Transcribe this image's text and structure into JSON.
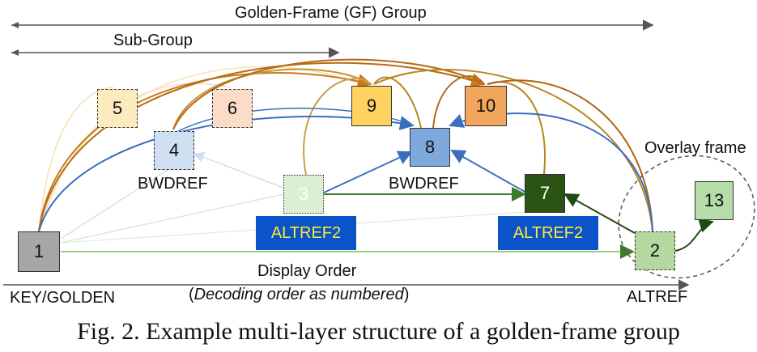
{
  "figure": {
    "gf_group_label": "Golden-Frame (GF) Group",
    "sub_group_label": "Sub-Group",
    "overlay_label": "Overlay frame",
    "display_order_label": "Display Order",
    "decoding_note_open": "(",
    "decoding_note_italic": "Decoding order as numbered",
    "decoding_note_close": ")",
    "key_golden_label": "KEY/GOLDEN",
    "altref_label": "ALTREF",
    "bwdref_left_label": "BWDREF",
    "bwdref_mid_label": "BWDREF",
    "altref2_left_label": "ALTREF2",
    "altref2_right_label": "ALTREF2",
    "caption": "Fig. 2.   Example multi-layer structure of a golden-frame group"
  },
  "frames": [
    {
      "id": "1",
      "color": "#a6a6a6",
      "style": "solid"
    },
    {
      "id": "2",
      "color": "#b5d8a0",
      "style": "dashed"
    },
    {
      "id": "3",
      "color": "#dcefd5",
      "style": "dotted"
    },
    {
      "id": "4",
      "color": "#cfe0f3",
      "style": "dashed"
    },
    {
      "id": "5",
      "color": "#fdebc0",
      "style": "dashed"
    },
    {
      "id": "6",
      "color": "#fbdcc7",
      "style": "dashed"
    },
    {
      "id": "7",
      "color": "#2b5313",
      "style": "solid"
    },
    {
      "id": "8",
      "color": "#7fa8dc",
      "style": "solid"
    },
    {
      "id": "9",
      "color": "#ffd260",
      "style": "solid"
    },
    {
      "id": "10",
      "color": "#f2a55d",
      "style": "solid"
    },
    {
      "id": "13",
      "color": "#b6dca8",
      "style": "solid"
    }
  ],
  "colors": {
    "altref2_bg": "#0b53c9",
    "altref2_text": "#ffe83a",
    "blue_arrow": "#3a6fc0",
    "green_arrow": "#3f7a2a",
    "orange_arc": "#c77b1c"
  }
}
